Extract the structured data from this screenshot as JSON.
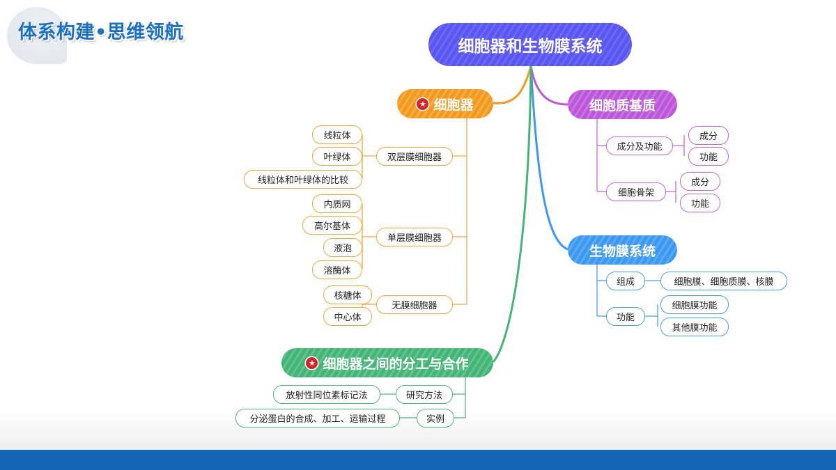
{
  "header": {
    "title": "体系构建•思维领航"
  },
  "mindmap": {
    "root": "细胞器和生物膜系统",
    "organelles": {
      "label": "细胞器",
      "double": {
        "label": "双层膜细胞器",
        "items": [
          "线粒体",
          "叶绿体",
          "线粒体和叶绿体的比较"
        ]
      },
      "single": {
        "label": "单层膜细胞器",
        "items": [
          "内质网",
          "高尔基体",
          "液泡",
          "溶酶体"
        ]
      },
      "none": {
        "label": "无膜细胞器",
        "items": [
          "核糖体",
          "中心体"
        ]
      }
    },
    "matrix": {
      "label": "细胞质基质",
      "composition": {
        "label": "成分及功能",
        "items": [
          "成分",
          "功能"
        ]
      },
      "skeleton": {
        "label": "细胞骨架",
        "items": [
          "成分",
          "功能"
        ]
      }
    },
    "membrane": {
      "label": "生物膜系统",
      "composition": {
        "label": "组成",
        "items": [
          "细胞膜、细胞质膜、核膜"
        ]
      },
      "function": {
        "label": "功能",
        "items": [
          "细胞膜功能",
          "其他膜功能"
        ]
      }
    },
    "cooperation": {
      "label": "细胞器之间的分工与合作",
      "method": {
        "label": "研究方法",
        "items": [
          "放射性同位素标记法"
        ]
      },
      "example": {
        "label": "实例",
        "items": [
          "分泌蛋白的合成、加工、运输过程"
        ]
      }
    }
  },
  "colors": {
    "root": "#5a56f2",
    "organelles": "#f39a1d",
    "matrix": "#bb57d8",
    "membrane": "#3c98f0",
    "cooperation": "#45b477",
    "bottom_bar": "#1565b5",
    "header_title": "#1c72c2",
    "star_badge": "#d8222b"
  },
  "icons": {
    "important_badge": "star-badge-icon"
  }
}
